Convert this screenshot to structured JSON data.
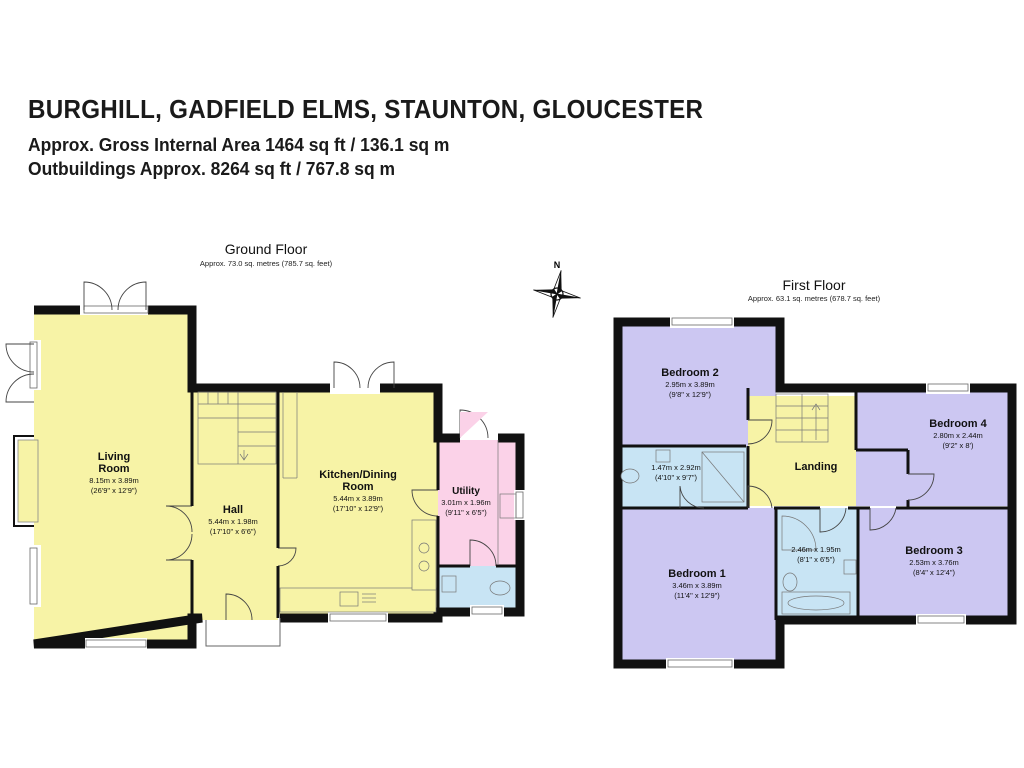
{
  "header": {
    "title": "BURGHILL, GADFIELD ELMS, STAUNTON, GLOUCESTER",
    "gross_area": "Approx. Gross Internal Area 1464 sq ft / 136.1 sq m",
    "outbuildings": "Outbuildings Approx. 8264 sq ft / 767.8 sq m"
  },
  "ground_floor": {
    "title": "Ground Floor",
    "area": "Approx. 73.0 sq. metres (785.7 sq. feet)",
    "rooms": {
      "living": {
        "name1": "Living",
        "name2": "Room",
        "metric": "8.15m x 3.89m",
        "imperial": "(26'9\" x 12'9\")"
      },
      "hall": {
        "name1": "Hall",
        "metric": "5.44m x 1.98m",
        "imperial": "(17'10\" x 6'6\")"
      },
      "kitchen": {
        "name1": "Kitchen/Dining",
        "name2": "Room",
        "metric": "5.44m x 3.89m",
        "imperial": "(17'10\" x 12'9\")"
      },
      "utility": {
        "name1": "Utility",
        "metric": "3.01m x 1.96m",
        "imperial": "(9'11\" x 6'5\")"
      }
    }
  },
  "first_floor": {
    "title": "First Floor",
    "area": "Approx. 63.1 sq. metres (678.7 sq. feet)",
    "rooms": {
      "bedroom2": {
        "name1": "Bedroom 2",
        "metric": "2.95m x 3.89m",
        "imperial": "(9'8\" x 12'9\")"
      },
      "ensuite": {
        "metric": "1.47m x 2.92m",
        "imperial": "(4'10\" x 9'7\")"
      },
      "landing": {
        "name1": "Landing"
      },
      "bedroom4": {
        "name1": "Bedroom 4",
        "metric": "2.80m x 2.44m",
        "imperial": "(9'2\" x 8')"
      },
      "bedroom1": {
        "name1": "Bedroom 1",
        "metric": "3.46m x 3.89m",
        "imperial": "(11'4\" x 12'9\")"
      },
      "bathroom": {
        "metric": "2.46m x 1.95m",
        "imperial": "(8'1\" x 6'5\")"
      },
      "bedroom3": {
        "name1": "Bedroom 3",
        "metric": "2.53m x 3.76m",
        "imperial": "(8'4\" x 12'4\")"
      }
    }
  },
  "compass": {
    "label": "N"
  },
  "colors": {
    "wall": "#111111",
    "yellow": "#f7f3a6",
    "lilac": "#ccc7f2",
    "pink": "#fbd2e8",
    "blue": "#c8e4f4"
  }
}
